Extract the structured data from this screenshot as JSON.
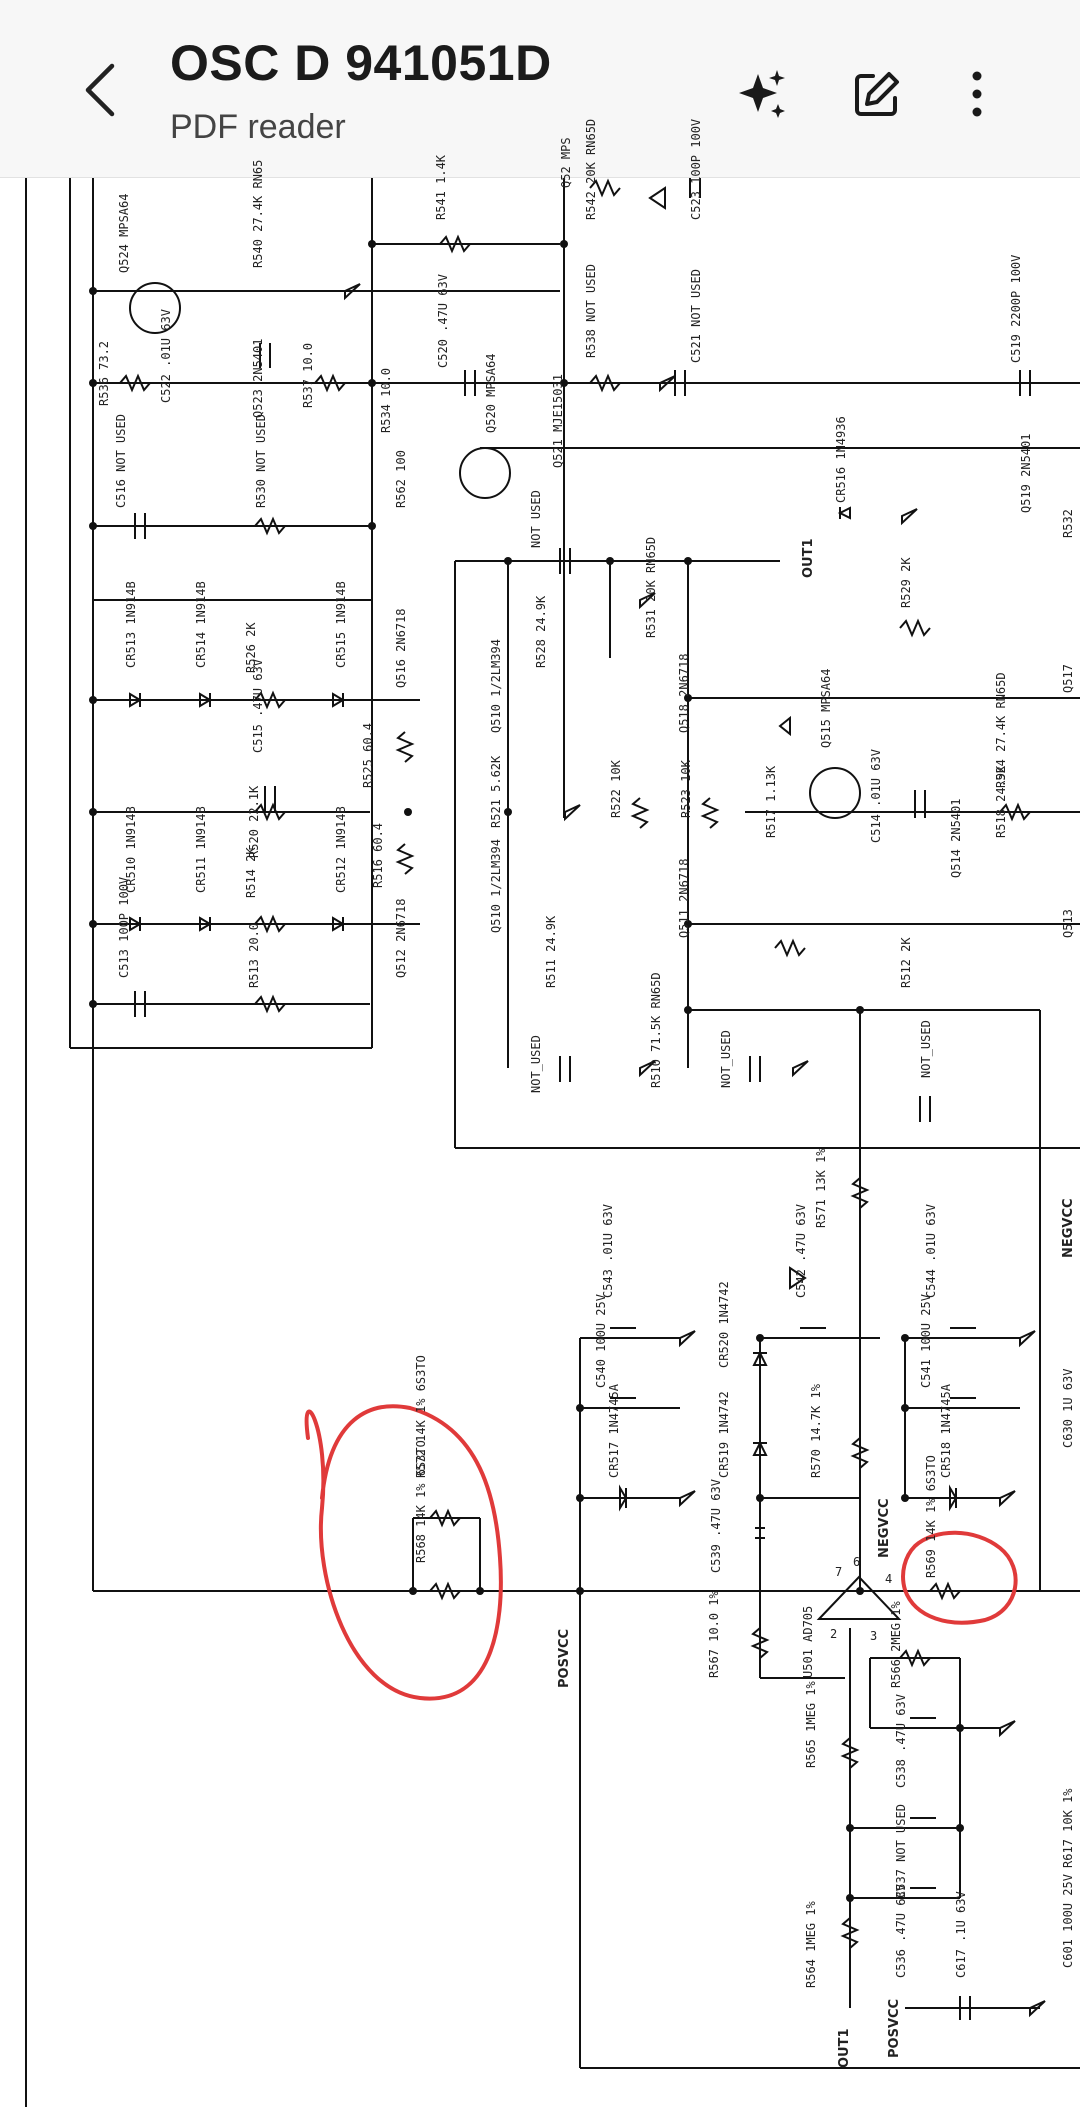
{
  "appbar": {
    "title": "OSC D 941051D",
    "subtitle": "PDF reader"
  },
  "icons": {
    "back": "chevron-left-icon",
    "ai": "sparkles-icon",
    "edit": "edit-icon",
    "more": "more-vertical-icon"
  },
  "schematic": {
    "components": [
      {
        "id": "q524",
        "text": "Q524 MPSA64"
      },
      {
        "id": "r540",
        "text": "R540 27.4K RN65"
      },
      {
        "id": "r536",
        "text": "R536 73.2"
      },
      {
        "id": "c522",
        "text": "C522 .01U 63V"
      },
      {
        "id": "q523",
        "text": "Q523 2N5401"
      },
      {
        "id": "r537",
        "text": "R537 10.0"
      },
      {
        "id": "r541",
        "text": "R541 1.4K"
      },
      {
        "id": "r542",
        "text": "R542 20K RN65D"
      },
      {
        "id": "c523",
        "text": "C523 100P 100V"
      },
      {
        "id": "q522",
        "text": "Q52 MPS"
      },
      {
        "id": "c520",
        "text": "C520 .47U 63V"
      },
      {
        "id": "r538",
        "text": "R538 NOT USED"
      },
      {
        "id": "c521",
        "text": "C521 NOT USED"
      },
      {
        "id": "c519",
        "text": "C519 2200P 100V"
      },
      {
        "id": "r534",
        "text": "R534 10.0"
      },
      {
        "id": "q520",
        "text": "Q520 MPSA64"
      },
      {
        "id": "q521",
        "text": "Q521 MJE15031"
      },
      {
        "id": "cr516",
        "text": "CR516 1N4936"
      },
      {
        "id": "q519",
        "text": "Q519 2N5401"
      },
      {
        "id": "r532",
        "text": "R532"
      },
      {
        "id": "c516",
        "text": "C516 NOT USED"
      },
      {
        "id": "r530",
        "text": "R530 NOT USED"
      },
      {
        "id": "r562",
        "text": "R562 100"
      },
      {
        "id": "nu1",
        "text": "NOT USED"
      },
      {
        "id": "out1a",
        "text": "OUT1"
      },
      {
        "id": "r531",
        "text": "R531 20K RN65D"
      },
      {
        "id": "r529",
        "text": "R529 2K"
      },
      {
        "id": "cr513",
        "text": "CR513 1N914B"
      },
      {
        "id": "cr514",
        "text": "CR514 1N914B"
      },
      {
        "id": "r526",
        "text": "R526 2K"
      },
      {
        "id": "cr515",
        "text": "CR515 1N914B"
      },
      {
        "id": "q516",
        "text": "Q516 2N6718"
      },
      {
        "id": "r528",
        "text": "R528 24.9K"
      },
      {
        "id": "q510a",
        "text": "Q510 1/2LM394"
      },
      {
        "id": "q518",
        "text": "Q518 2N6718"
      },
      {
        "id": "q517",
        "text": "Q517"
      },
      {
        "id": "c515",
        "text": "C515 .47U 63V"
      },
      {
        "id": "r525",
        "text": "R525 60.4"
      },
      {
        "id": "r521",
        "text": "R521 5.62K"
      },
      {
        "id": "q515",
        "text": "Q515 MPSA64"
      },
      {
        "id": "r524",
        "text": "R524 27.4K RN65D"
      },
      {
        "id": "r520",
        "text": "R520 22.1K"
      },
      {
        "id": "r522",
        "text": "R522 10K"
      },
      {
        "id": "r523",
        "text": "R523 10K"
      },
      {
        "id": "r517",
        "text": "R517 1.13K"
      },
      {
        "id": "c514",
        "text": "C514 .01U 63V"
      },
      {
        "id": "r518",
        "text": "R518 24.9K"
      },
      {
        "id": "cr510",
        "text": "CR510 1N914B"
      },
      {
        "id": "cr511",
        "text": "CR511 1N914B"
      },
      {
        "id": "r514",
        "text": "R514 2K"
      },
      {
        "id": "cr512",
        "text": "CR512 1N914B"
      },
      {
        "id": "r516",
        "text": "R516 60.4"
      },
      {
        "id": "q510b",
        "text": "Q510 1/2LM394"
      },
      {
        "id": "q514",
        "text": "Q514 2N5401"
      },
      {
        "id": "q512",
        "text": "Q512 2N6718"
      },
      {
        "id": "q511",
        "text": "Q511 2N6718"
      },
      {
        "id": "q513",
        "text": "Q513"
      },
      {
        "id": "c513",
        "text": "C513 100P 100V"
      },
      {
        "id": "r513",
        "text": "R513 20.0"
      },
      {
        "id": "r511",
        "text": "R511 24.9K"
      },
      {
        "id": "r512",
        "text": "R512 2K"
      },
      {
        "id": "nu2",
        "text": "NOT_USED"
      },
      {
        "id": "r510",
        "text": "R510 71.5K RN65D"
      },
      {
        "id": "nu3",
        "text": "NOT_USED"
      },
      {
        "id": "nu4",
        "text": "NOT_USED"
      },
      {
        "id": "r571",
        "text": "R571 13K 1%"
      },
      {
        "id": "negvcc1",
        "text": "NEGVCC"
      },
      {
        "id": "c543",
        "text": "C543 .01U 63V"
      },
      {
        "id": "c542",
        "text": "C542 .47U 63V"
      },
      {
        "id": "c544",
        "text": "C544 .01U 63V"
      },
      {
        "id": "cr520",
        "text": "CR520 1N4742"
      },
      {
        "id": "c540",
        "text": "C540 100U 25V"
      },
      {
        "id": "c541",
        "text": "C541 100U 25V"
      },
      {
        "id": "c630",
        "text": "C630 1U 63V"
      },
      {
        "id": "r572",
        "text": "R572 14K 1% 6S3TO"
      },
      {
        "id": "cr517",
        "text": "CR517 1N4745A"
      },
      {
        "id": "cr519",
        "text": "CR519 1N4742"
      },
      {
        "id": "r570",
        "text": "R570 14.7K 1%"
      },
      {
        "id": "cr518",
        "text": "CR518 1N4745A"
      },
      {
        "id": "r568",
        "text": "R568 14K 1% 6S3TO"
      },
      {
        "id": "c539",
        "text": "C539 .47U 63V"
      },
      {
        "id": "negvcc2",
        "text": "NEGVCC"
      },
      {
        "id": "r569",
        "text": "R569 14K 1% 6S3TO"
      },
      {
        "id": "posvcc1",
        "text": "POSVCC"
      },
      {
        "id": "r567",
        "text": "R567 10.0 1%"
      },
      {
        "id": "u501",
        "text": "U501 AD705"
      },
      {
        "id": "r566",
        "text": "R566 2MEG 1%"
      },
      {
        "id": "c538",
        "text": "C538 .47U 63V"
      },
      {
        "id": "r565",
        "text": "R565 1MEG 1%"
      },
      {
        "id": "c537",
        "text": "C537 NOT USED"
      },
      {
        "id": "c536",
        "text": "C536 .47U 63V"
      },
      {
        "id": "r617",
        "text": "R617 10K 1%"
      },
      {
        "id": "c601",
        "text": "C601 100U 25V"
      },
      {
        "id": "r564",
        "text": "R564 1MEG 1%"
      },
      {
        "id": "c617",
        "text": "C617 .1U 63V"
      },
      {
        "id": "out1b",
        "text": "OUT1"
      },
      {
        "id": "posvcc2",
        "text": "POSVCC"
      },
      {
        "id": "pin7",
        "text": "7"
      },
      {
        "id": "pin6",
        "text": "6"
      },
      {
        "id": "pin4",
        "text": "4"
      },
      {
        "id": "pin2",
        "text": "2"
      },
      {
        "id": "pin3",
        "text": "3"
      }
    ]
  }
}
